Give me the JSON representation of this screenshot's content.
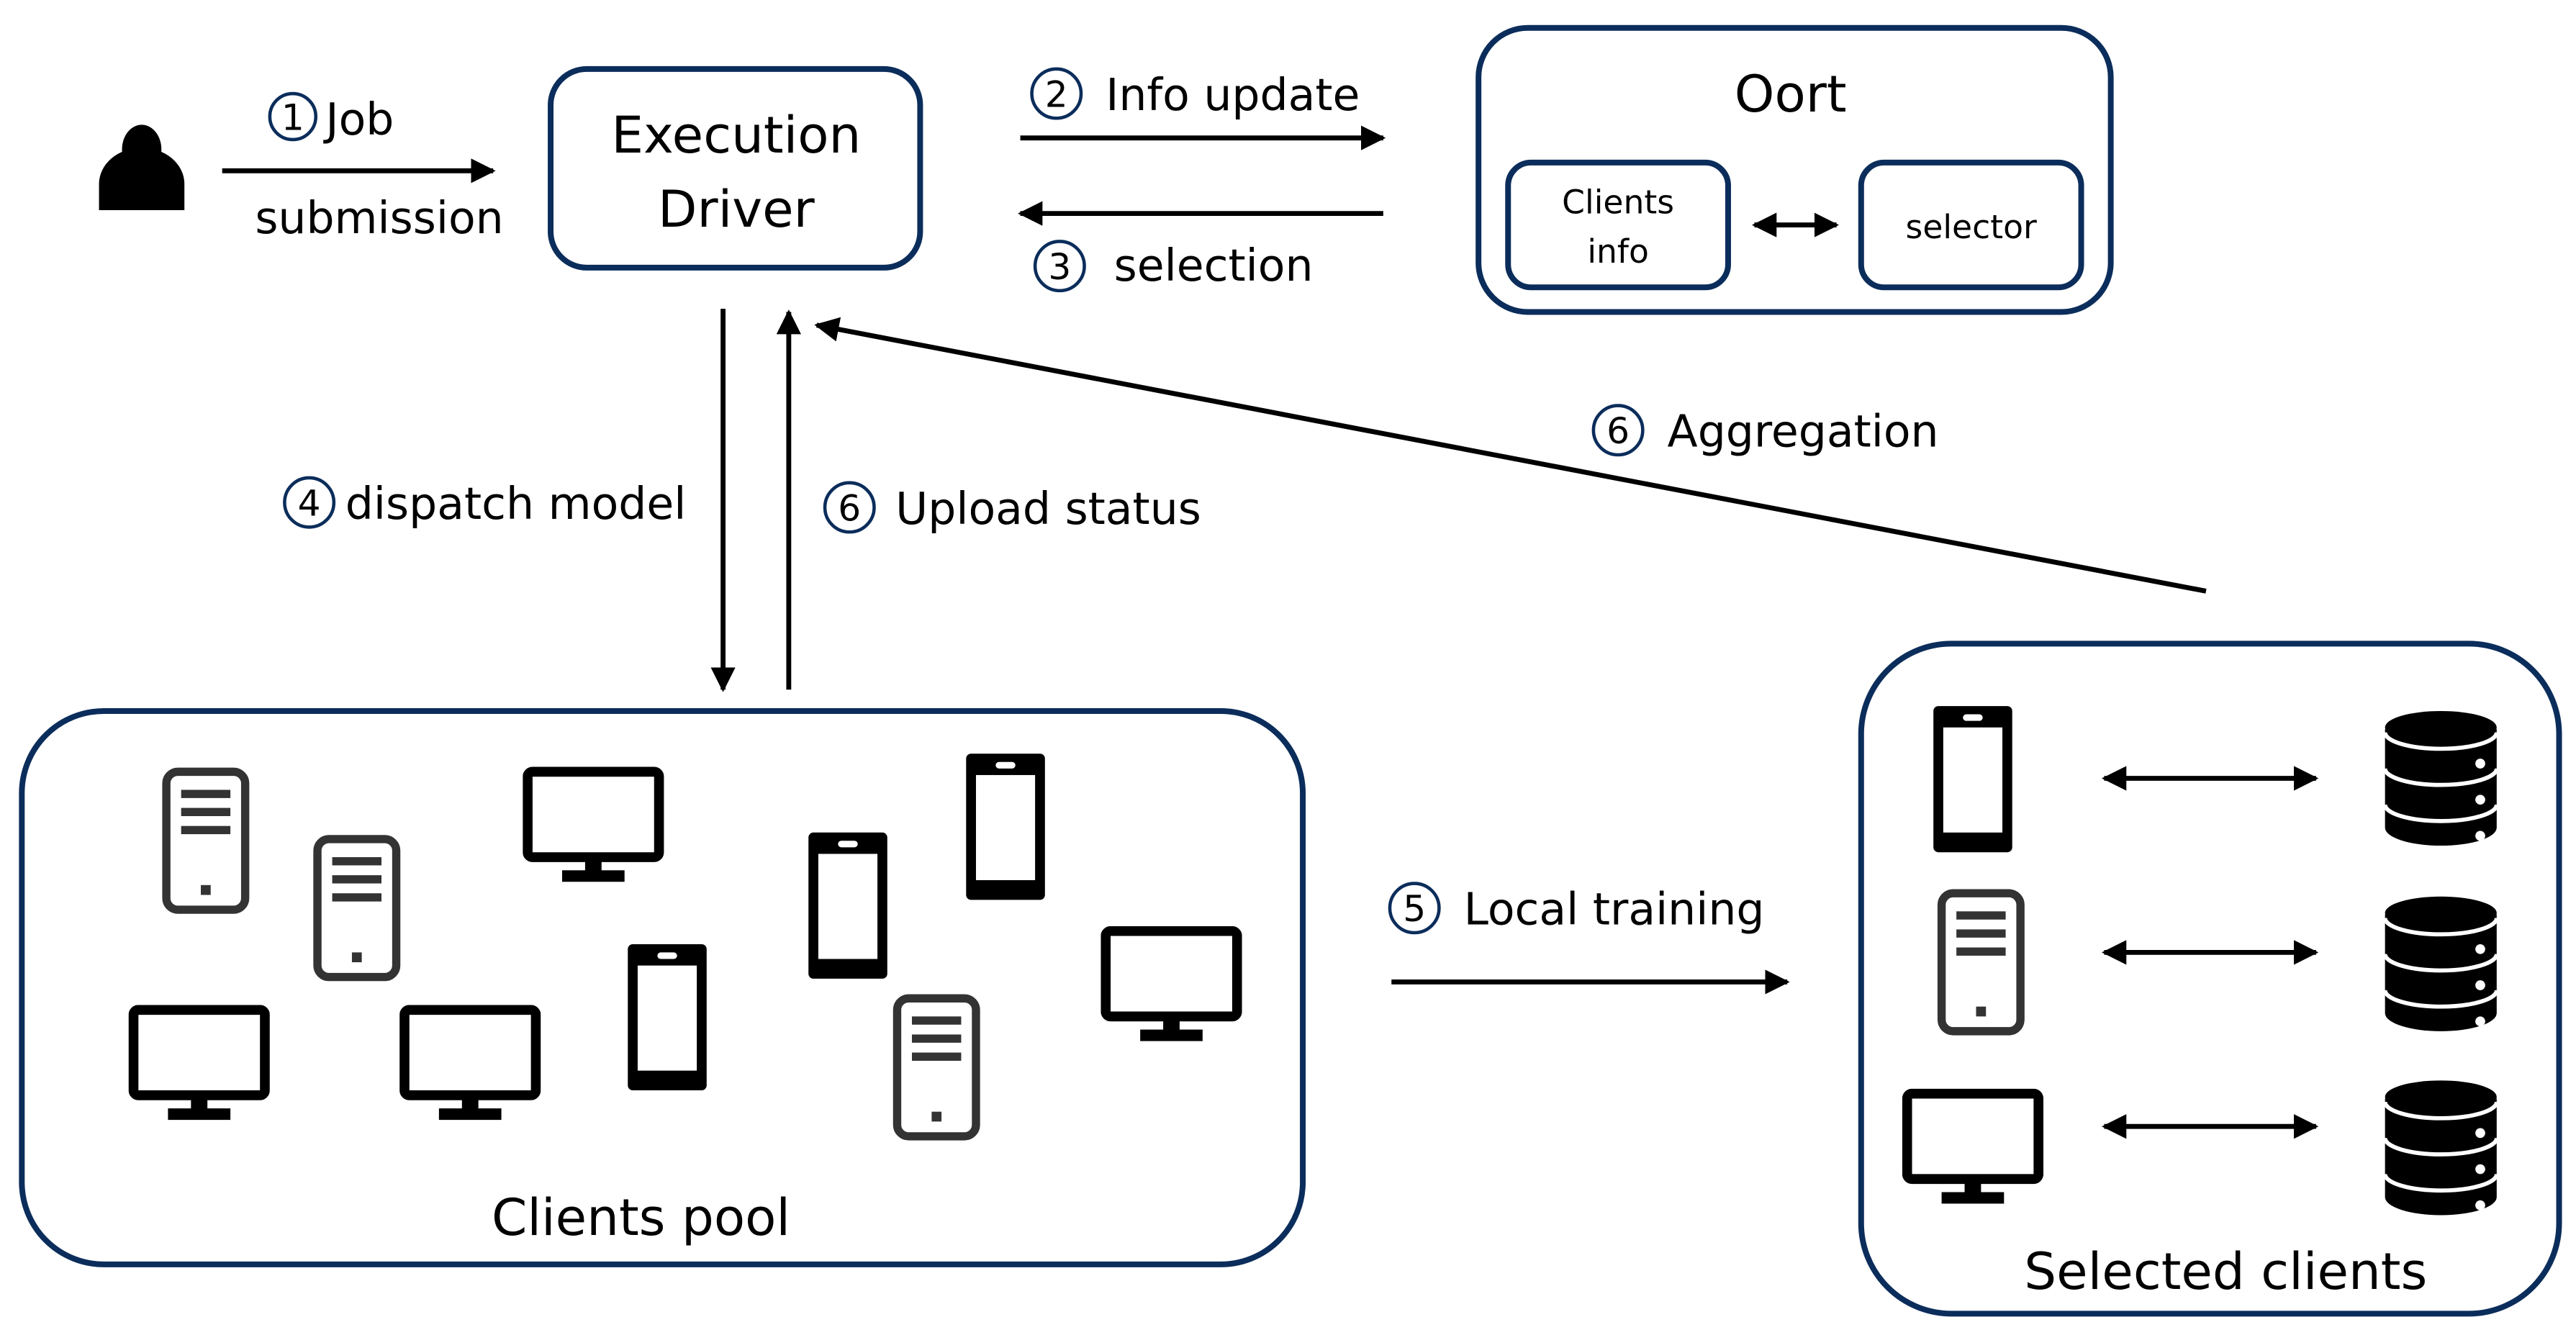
{
  "colors": {
    "box_border": "#0b2d5b",
    "arrow": "#000000",
    "server_icon": "#333333",
    "icon": "#000000"
  },
  "user": {
    "icon": "person-icon"
  },
  "execution_driver": {
    "line1": "Execution",
    "line2": "Driver"
  },
  "oort": {
    "title": "Oort",
    "clients_info_line1": "Clients",
    "clients_info_line2": "info",
    "selector": "selector"
  },
  "steps": {
    "job": {
      "num": "1",
      "text": "Job",
      "text2": "submission"
    },
    "info_update": {
      "num": "2",
      "text": "Info update"
    },
    "selection": {
      "num": "3",
      "text": "selection"
    },
    "dispatch": {
      "num": "4",
      "text": "dispatch model"
    },
    "local_training": {
      "num": "5",
      "text": "Local training"
    },
    "upload": {
      "num": "6",
      "text": "Upload status"
    },
    "aggregation": {
      "num": "6",
      "text": "Aggregation"
    }
  },
  "clients_pool": {
    "label": "Clients pool",
    "icons": [
      "server-icon",
      "server-icon",
      "server-icon",
      "monitor-icon",
      "monitor-icon",
      "monitor-icon",
      "monitor-icon",
      "phone-icon",
      "phone-icon",
      "phone-icon"
    ]
  },
  "selected_clients": {
    "label": "Selected clients",
    "rows": [
      {
        "device": "phone-icon",
        "data": "database-icon"
      },
      {
        "device": "server-icon",
        "data": "database-icon"
      },
      {
        "device": "monitor-icon",
        "data": "database-icon"
      }
    ]
  }
}
